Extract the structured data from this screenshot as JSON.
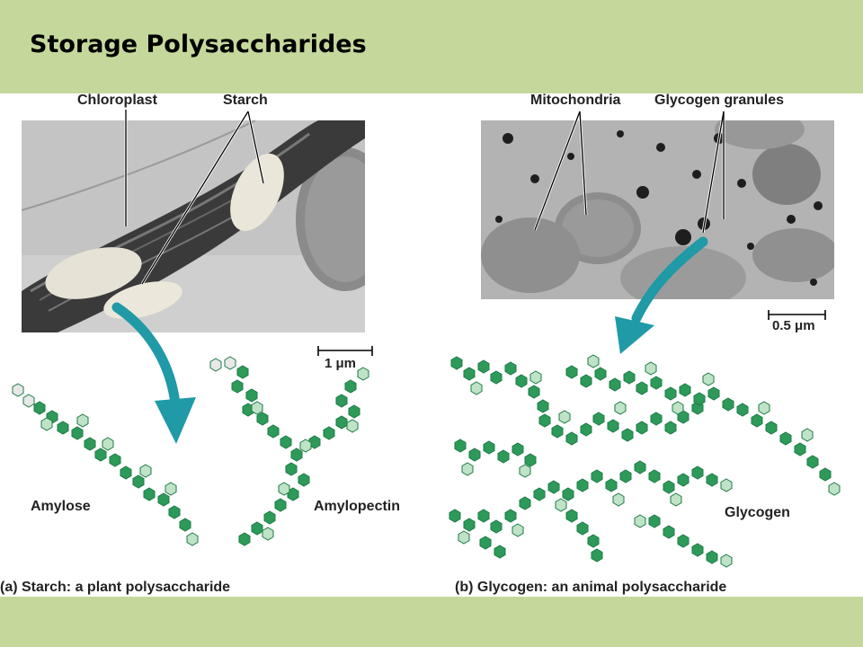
{
  "slide": {
    "title": "Storage Polysaccharides"
  },
  "panel_a": {
    "label_chloroplast": "Chloroplast",
    "label_starch": "Starch",
    "scale_bar": "1 μm",
    "label_amylose": "Amylose",
    "label_amylopectin": "Amylopectin",
    "caption": "(a) Starch: a plant polysaccharide"
  },
  "panel_b": {
    "label_mitochondria": "Mitochondria",
    "label_glycogen_granules": "Glycogen granules",
    "scale_bar": "0.5 μm",
    "label_glycogen": "Glycogen",
    "caption": "(b) Glycogen: an animal polysaccharide"
  },
  "colors": {
    "header_band": "#c5d89c",
    "arrow": "#1f9aa6",
    "glucose_dark": "#2e9a5a",
    "glucose_light": "#bfe3c6"
  }
}
